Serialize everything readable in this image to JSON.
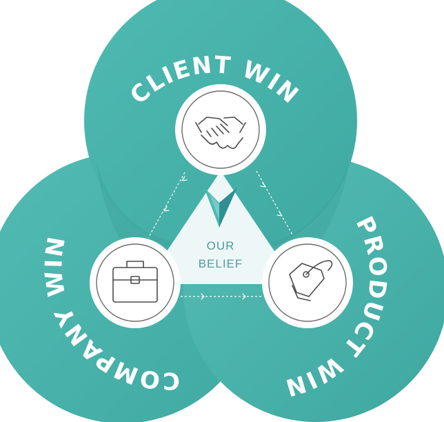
{
  "center": {
    "line1": "OUR",
    "line2": "BELIEF"
  },
  "segments": [
    {
      "label": "CLIENT WIN",
      "icon": "handshake-icon"
    },
    {
      "label": "PRODUCT WIN",
      "icon": "price-tag-icon"
    },
    {
      "label": "COMPANY WIN",
      "icon": "briefcase-icon"
    }
  ],
  "colors": {
    "teal": "#4ab5ad",
    "teal_dark": "#3ea79f",
    "triangle": "#eef7f8",
    "text_accent": "#4f9aa0",
    "logo_teal": "#4fb8b2",
    "logo_teal_dark": "#2f8f92"
  }
}
